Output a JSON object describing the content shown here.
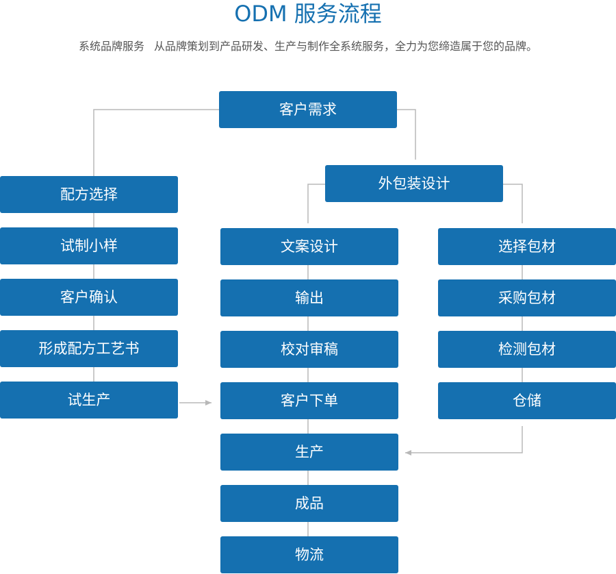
{
  "header": {
    "title": "ODM 服务流程",
    "subtitle_lead": "系统品牌服务",
    "subtitle_body": "从品牌策划到产品研发、生产与制作全系统服务，全力为您缔造属于您的品牌。"
  },
  "colors": {
    "box_fill": "#1570b0",
    "box_text": "#ffffff",
    "title": "#1570b0",
    "connector": "#b8b8b8"
  },
  "flow": {
    "start": "客户需求",
    "formula_branch": [
      "配方选择",
      "试制小样",
      "客户确认",
      "形成配方工艺书",
      "试生产"
    ],
    "package_design": "外包装设计",
    "copy_branch": [
      "文案设计",
      "输出",
      "校对审稿"
    ],
    "material_branch": [
      "选择包材",
      "采购包材",
      "检测包材",
      "仓储"
    ],
    "main_chain": [
      "客户下单",
      "生产",
      "成品",
      "物流"
    ]
  }
}
